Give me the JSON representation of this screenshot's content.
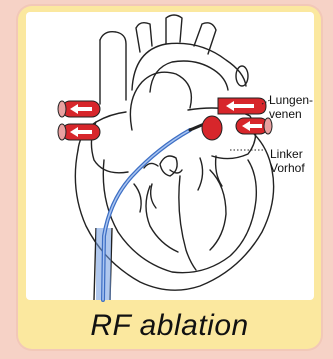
{
  "labels": {
    "pulmonary_veins_line1": "Lungen-",
    "pulmonary_veins_line2": "venen",
    "left_atrium_line1": "Linker",
    "left_atrium_line2": "Vorhof"
  },
  "caption": "RF ablation",
  "colors": {
    "background": "#f6d2c6",
    "card": "#fbe89f",
    "vein_red": "#d7262b",
    "catheter_blue": "#5b8bd6",
    "outline": "#222222"
  },
  "icons": [
    "left-arrow-icon"
  ]
}
